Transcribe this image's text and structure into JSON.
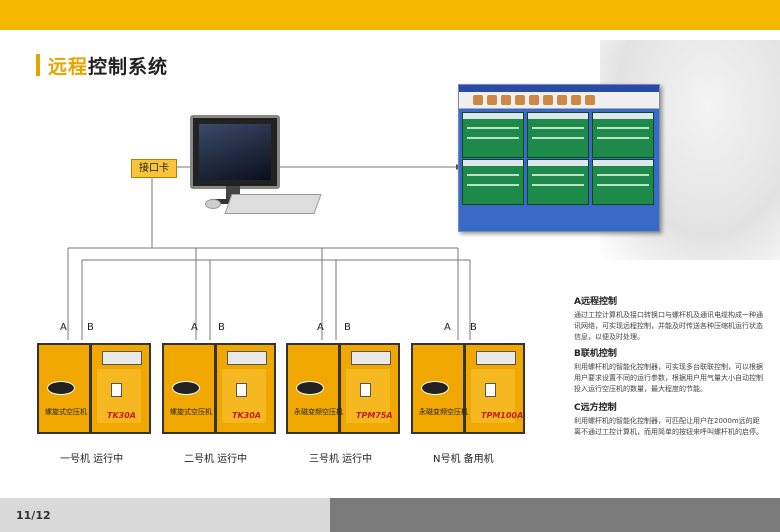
{
  "header": {
    "title_highlight": "远程",
    "title_rest": "控制系统"
  },
  "interface_card": "接口卡",
  "page_number": "11/12",
  "machines": [
    {
      "label": "一号机 运行中",
      "model": "TK30A",
      "name": "螺旋式空压机"
    },
    {
      "label": "二号机 运行中",
      "model": "TK30A",
      "name": "螺旋式空压机"
    },
    {
      "label": "三号机 运行中",
      "model": "TPM75A",
      "name": "永磁变频空压机"
    },
    {
      "label": "N号机 备用机",
      "model": "TPM100A",
      "name": "永磁变频空压机"
    }
  ],
  "ab": {
    "a": "A",
    "b": "B"
  },
  "info": [
    {
      "heading": "A远程控制",
      "text": "通过工控计算机及接口转换口与螺杆机及通讯电缆构成一种通讯网络，可实现远程控制，并能及时传送各种压缩机运行状态信息，以便及时处理。"
    },
    {
      "heading": "B联机控制",
      "text": "利用螺杆机的智能化控制器，可实现多台联联控制，可以根据用户要求设置不同的运行参数，根据用户用气量大小自动控制投入运行空压机的数量，最大程度的节能。"
    },
    {
      "heading": "C远方控制",
      "text": "利用螺杆机的智能化控制器，可匹配让用户在2000m远的距离不通过工控计算机，而用简单的按钮来呼叫螺杆机的启停。"
    }
  ]
}
